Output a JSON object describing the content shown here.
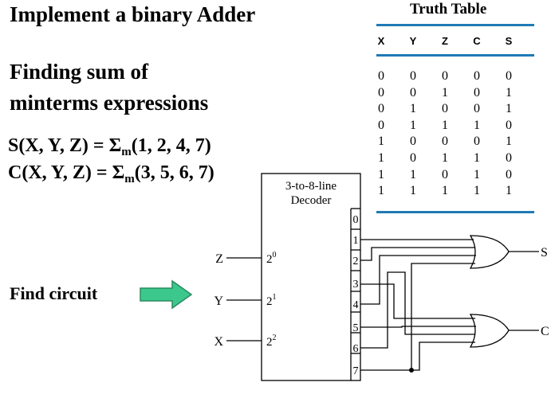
{
  "title": "Implement a binary Adder",
  "heading_line1": "Finding sum of",
  "heading_line2": "minterms expressions",
  "sum_expression": {
    "lhs": "S(X, Y, Z) = Σ",
    "sub": "m",
    "rhs": "(1, 2, 4, 7)"
  },
  "carry_expression": {
    "lhs": "C(X, Y, Z) = Σ",
    "sub": "m",
    "rhs": "(3, 5, 6, 7)"
  },
  "find_circuit": "Find circuit",
  "arrow_color": "#3cc88c",
  "truth_table": {
    "title": "Truth Table",
    "headers": [
      "X",
      "Y",
      "Z",
      "C",
      "S"
    ],
    "rows": [
      [
        "0",
        "0",
        "0",
        "0",
        "0"
      ],
      [
        "0",
        "0",
        "1",
        "0",
        "1"
      ],
      [
        "0",
        "1",
        "0",
        "0",
        "1"
      ],
      [
        "0",
        "1",
        "1",
        "1",
        "0"
      ],
      [
        "1",
        "0",
        "0",
        "0",
        "1"
      ],
      [
        "1",
        "0",
        "1",
        "1",
        "0"
      ],
      [
        "1",
        "1",
        "0",
        "1",
        "0"
      ],
      [
        "1",
        "1",
        "1",
        "1",
        "1"
      ]
    ],
    "rule_color": "#1f7ab5"
  },
  "decoder": {
    "label_line1": "3-to-8-line",
    "label_line2": "Decoder",
    "inputs": [
      {
        "signal": "Z",
        "weight_base": "2",
        "weight_exp": "0"
      },
      {
        "signal": "Y",
        "weight_base": "2",
        "weight_exp": "1"
      },
      {
        "signal": "X",
        "weight_base": "2",
        "weight_exp": "2"
      }
    ],
    "outputs": [
      "0",
      "1",
      "2",
      "3",
      "4",
      "5",
      "6",
      "7"
    ]
  },
  "gate_outputs": {
    "sum": "S",
    "carry": "C"
  }
}
